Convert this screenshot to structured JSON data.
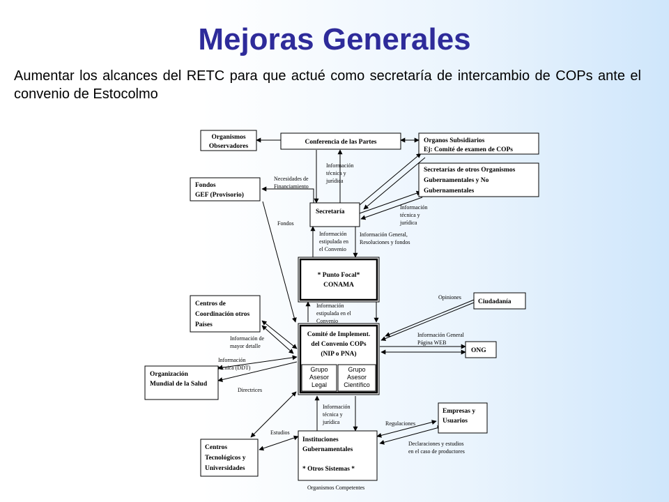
{
  "title": "Mejoras Generales",
  "subtitle": "Aumentar los alcances del RETC para que actué como secretaría de intercambio de COPs ante el convenio de Estocolmo",
  "diagram": {
    "boxes": {
      "observadores": [
        "Organismos",
        "Observadores"
      ],
      "conferencia": [
        "Conferencia de las Partes"
      ],
      "subsidiarios": [
        "Organos Subsidiarios",
        "Ej: Comité de examen de COPs"
      ],
      "otras_secretarias": [
        "Secretarías de otros Organismos",
        "Gubernamentales y No",
        "Gubernamentales"
      ],
      "fondos": [
        "Fondos",
        "GEF (Provisorio)"
      ],
      "secretaria": [
        "Secretaría"
      ],
      "punto_focal": [
        "* Punto Focal*",
        "CONAMA"
      ],
      "ciudadania": [
        "Ciudadanía"
      ],
      "centros_coordinacion": [
        "Centros de",
        "Coordinación otros",
        "Países"
      ],
      "comite": [
        "Comité de Implement.",
        "del Convenio COPs",
        "(NIP o PNA)"
      ],
      "grupo_legal": [
        "Grupo",
        "Asesor",
        "Legal"
      ],
      "grupo_cientifico": [
        "Grupo",
        "Asesor",
        "Científico"
      ],
      "ong": [
        "ONG"
      ],
      "oms": [
        "Organización",
        "Mundial de la Salud"
      ],
      "empresas": [
        "Empresas y",
        "Usuarios"
      ],
      "instituciones": [
        "Instituciones",
        "Gubernamentales",
        "* Otros Sistemas *"
      ],
      "centros_tecnologicos": [
        "Centros",
        "Tecnológicos y",
        "Universidades"
      ]
    },
    "labels": {
      "info_tecnica_juridica_1": [
        "Información",
        "técnica y",
        "jurídica"
      ],
      "necesidades": [
        "Necesidades de",
        "Financiamiento"
      ],
      "info_tecnica_juridica_2": [
        "Información",
        "técnica y",
        "jurídica"
      ],
      "fondos_lbl": [
        "Fondos"
      ],
      "info_estipulada_1": [
        "Información",
        "estipulada en",
        "el Convenio"
      ],
      "info_general_resol": [
        "Información General,",
        "Resoluciones y fondos"
      ],
      "opiniones": [
        "Opiniones"
      ],
      "info_estipulada_2": [
        "Información",
        "estipulada en el",
        "Convenio"
      ],
      "info_mayor_detalle": [
        "Información de",
        "mayor detalle"
      ],
      "info_general_web": [
        "Información General",
        "Página WEB"
      ],
      "info_tecnica_ddt": [
        "Información",
        "técnica (DDT)"
      ],
      "directrices": [
        "Directrices"
      ],
      "info_tecnica_juridica_3": [
        "Información",
        "técnica y",
        "jurídica"
      ],
      "regulaciones": [
        "Regulaciones"
      ],
      "estudios": [
        "Estudios"
      ],
      "declaraciones": [
        "Declaraciones y estudios",
        "en el caso de productores"
      ],
      "organismos_competentes": [
        "Organismos Competentes"
      ]
    }
  }
}
